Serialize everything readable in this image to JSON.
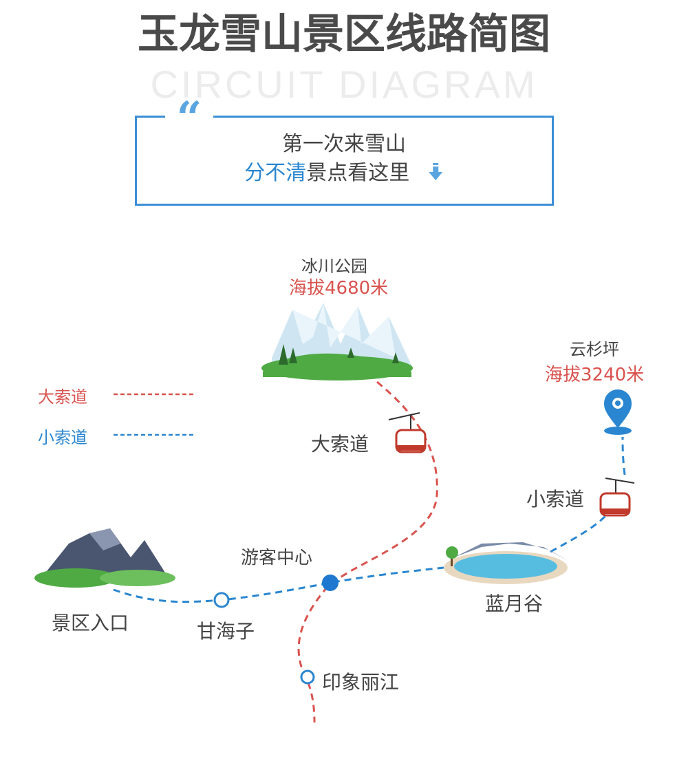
{
  "title": "玉龙雪山景区线路简图",
  "watermark": "CIRCUIT DIAGRAM",
  "intro": {
    "quote_mark": "“",
    "line1": "第一次来雪山",
    "line2_highlight": "分不清",
    "line2_rest": "景点看这里",
    "arrow_icon": "arrow-down-icon"
  },
  "legend": [
    {
      "label": "大索道",
      "color": "#d9534f"
    },
    {
      "label": "小索道",
      "color": "#2a86d0"
    }
  ],
  "places": {
    "glacier_park": {
      "name": "冰川公园",
      "altitude": "海拔4680米"
    },
    "spruce_meadow": {
      "name": "云杉坪",
      "altitude": "海拔3240米"
    },
    "big_cableway": "大索道",
    "small_cableway": "小索道",
    "visitor_center": "游客中心",
    "entrance": "景区入口",
    "ganhaizi": "甘海子",
    "blue_moon_valley": "蓝月谷",
    "impression_lijiang": "印象丽江"
  },
  "colors": {
    "accent": "#2a86d0",
    "altitude": "#d9534f",
    "box_border": "#3a8fd6"
  }
}
